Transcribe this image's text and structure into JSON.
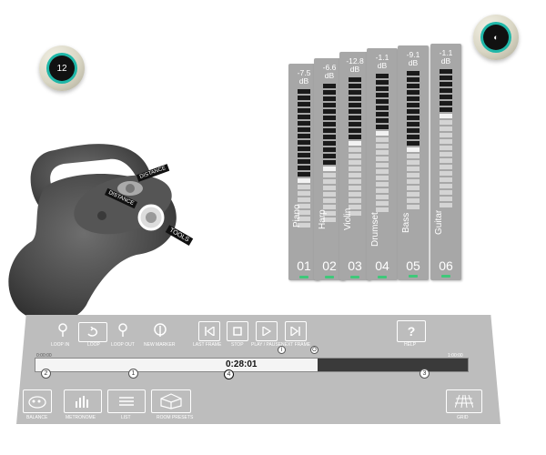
{
  "orb_left": {
    "text": "12"
  },
  "orb_right": {
    "text": ""
  },
  "mixer": {
    "channels": [
      {
        "db": "-7.5",
        "unit": "dB",
        "name": "Piano",
        "number": "01",
        "level": 0.35
      },
      {
        "db": "-6.6",
        "unit": "dB",
        "name": "Harp",
        "number": "02",
        "level": 0.4
      },
      {
        "db": "-12.8",
        "unit": "dB",
        "name": "Violin",
        "number": "03",
        "level": 0.55
      },
      {
        "db": "-1.1",
        "unit": "dB",
        "name": "Drumset",
        "number": "04",
        "level": 0.6
      },
      {
        "db": "-9.1",
        "unit": "dB",
        "name": "Bass",
        "number": "05",
        "level": 0.45
      },
      {
        "db": "-1.1",
        "unit": "dB",
        "name": "Guitar",
        "number": "06",
        "level": 0.7
      }
    ]
  },
  "controller": {
    "tag_top": "DISTANCE",
    "tag_mid": "DISTANCE",
    "tag_tools": "TOOLS"
  },
  "toolbar": {
    "loop_in": "LOOP IN",
    "loop": "LOOP",
    "loop_out": "LOOP OUT",
    "new_marker": "NEW MARKER",
    "last_frame": "LAST FRAME",
    "stop": "STOP",
    "play_pause": "PLAY / PAUSE",
    "next_frame": "NEXT FRAME",
    "help": "HELP",
    "help_glyph": "?"
  },
  "timeline": {
    "time": "0:28:01",
    "start_label": "0:00:00",
    "end_label": "1:00:00",
    "markers": [
      "2",
      "1",
      "4",
      "3"
    ],
    "loop_markers": [
      "I",
      "O"
    ]
  },
  "bottom": {
    "balance": "BALANCE",
    "metronome": "METRONOME",
    "list": "LIST",
    "room_presets": "ROOM PRESETS",
    "grid": "GRID"
  },
  "colors": {
    "accent": "#1fb7a8",
    "panel": "#bdbdbd",
    "channel": "#a7a7a7",
    "led": "#3fc87a"
  }
}
